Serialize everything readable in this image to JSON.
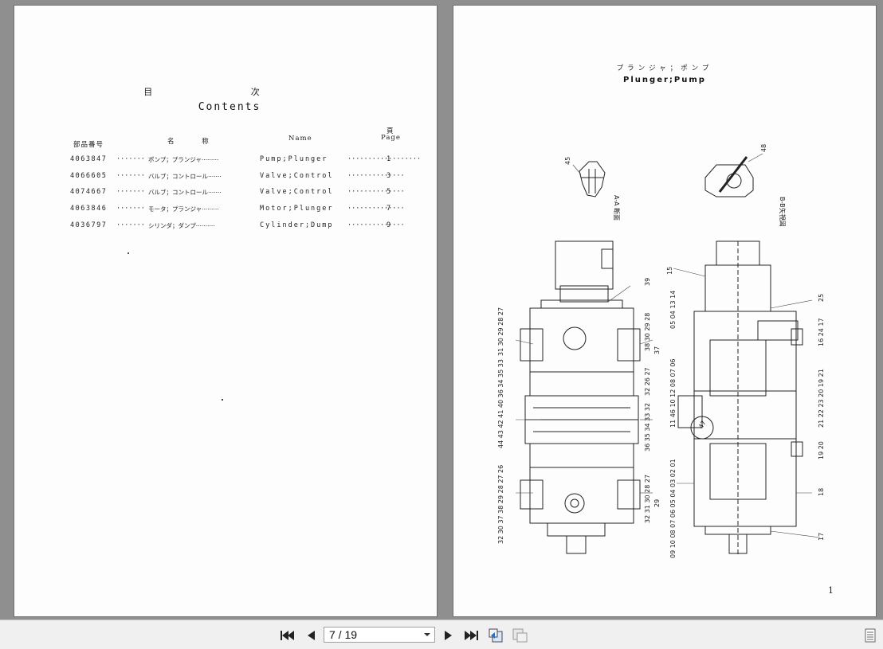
{
  "left_page": {
    "title_jp": "目 次",
    "title_en": "Contents",
    "headers": {
      "part_no": "部品番号",
      "name_jp": "名 称",
      "name_en": "Name",
      "page_jp": "頁",
      "page_en": "Page"
    },
    "rows": [
      {
        "part": "4063847",
        "dots1": "·······",
        "jp": "ポンプ；プランジャ·········",
        "en": "Pump;Plunger",
        "dots2": "··················",
        "page": "1"
      },
      {
        "part": "4066605",
        "dots1": "·······",
        "jp": "バルブ；コントロール·······",
        "en": "Valve;Control",
        "dots2": "··············",
        "page": "3"
      },
      {
        "part": "4074667",
        "dots1": "·······",
        "jp": "バルブ；コントロール·······",
        "en": "Valve;Control",
        "dots2": "··············",
        "page": "5"
      },
      {
        "part": "4063846",
        "dots1": "·······",
        "jp": "モータ；プランジャ·········",
        "en": "Motor;Plunger",
        "dots2": "··············",
        "page": "7"
      },
      {
        "part": "4036797",
        "dots1": "·······",
        "jp": "シリンダ；ダンプ··········",
        "en": "Cylinder;Dump",
        "dots2": "··············",
        "page": "9"
      }
    ]
  },
  "right_page": {
    "title_jp": "プランジャ；ポンプ",
    "title_en": "Plunger;Pump",
    "section_aa": "A-A 断面",
    "section_bb": "B-B矢視図",
    "page_number": "1",
    "labels": {
      "l45": "45",
      "l48": "48",
      "l39": "39",
      "l15": "15",
      "l25": "25",
      "left_top": "31 30 29 28 27",
      "right_top": "38 30 29 28",
      "l37": "37",
      "left_mid": "44 43 42 41 40 36 34 35 33",
      "right_mid1": "32 26 27",
      "right_mid2": "36 35 34 33 32",
      "left_low": "32 30 37 38 29 28 27 26",
      "right_low": "32 31 30 28 27",
      "l29": "29",
      "sec_left_top": "05 04 13 14",
      "sec_left_mid": "11 46 10 12 08 07 06",
      "sec_left_low": "09 10 08 07 06 05 04 03 02 01",
      "sec_right_top": "16 24 17",
      "sec_right_mid": "21 22 23 20 19 21",
      "sec_right_low": "19 20",
      "l18": "18",
      "l17": "17",
      "l47": "47"
    }
  },
  "toolbar": {
    "page_indicator": "7 / 19",
    "first_page": "first-page",
    "prev_page": "previous-page",
    "next_page": "next-page",
    "last_page": "last-page"
  }
}
